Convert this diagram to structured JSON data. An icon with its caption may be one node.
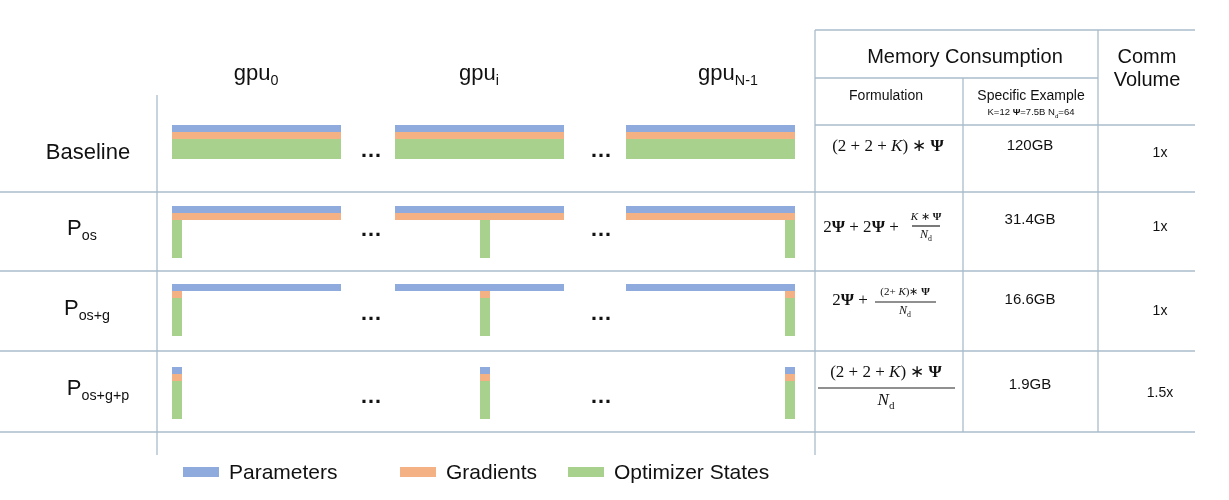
{
  "diagram": {
    "labels": [
      "Memory Consumption",
      "Comm Volume",
      "gpu$_{0}$",
      "gpu$_{i}$",
      "gpu$_{N-1}$",
      "Formulation",
      "Specific Example",
      "K=12 **Ψ**=7.5B N$_{d}$=64",
      "Baseline",
      "…",
      "…",
      "(2 + 2 + *K*) ∗ **Ψ**",
      "120GB",
      "1x",
      "P$_{os}$",
      "…",
      "…",
      "2**Ψ** + 2**Ψ** +",
      "*K* ∗ **Ψ**",
      "*N*$_{d}$",
      "31.4GB",
      "1x",
      "P$_{os+g}$",
      "…",
      "…",
      "2**Ψ** +",
      "(2+ *K*)∗ **Ψ**",
      "*N*$_{d}$",
      "16.6GB",
      "1x",
      "P$_{os+g+p}$",
      "…",
      "…",
      "(2 + 2 + *K*) ∗ **Ψ**",
      "*N*$_{d}$",
      "1.9GB",
      "1.5x"
    ],
    "legend": [
      {
        "text": "Parameters",
        "color": "#8faadc"
      },
      {
        "text": "Gradients",
        "color": "#f4b183"
      },
      {
        "text": "Optimizer States",
        "color": "#a9d18e"
      }
    ]
  }
}
